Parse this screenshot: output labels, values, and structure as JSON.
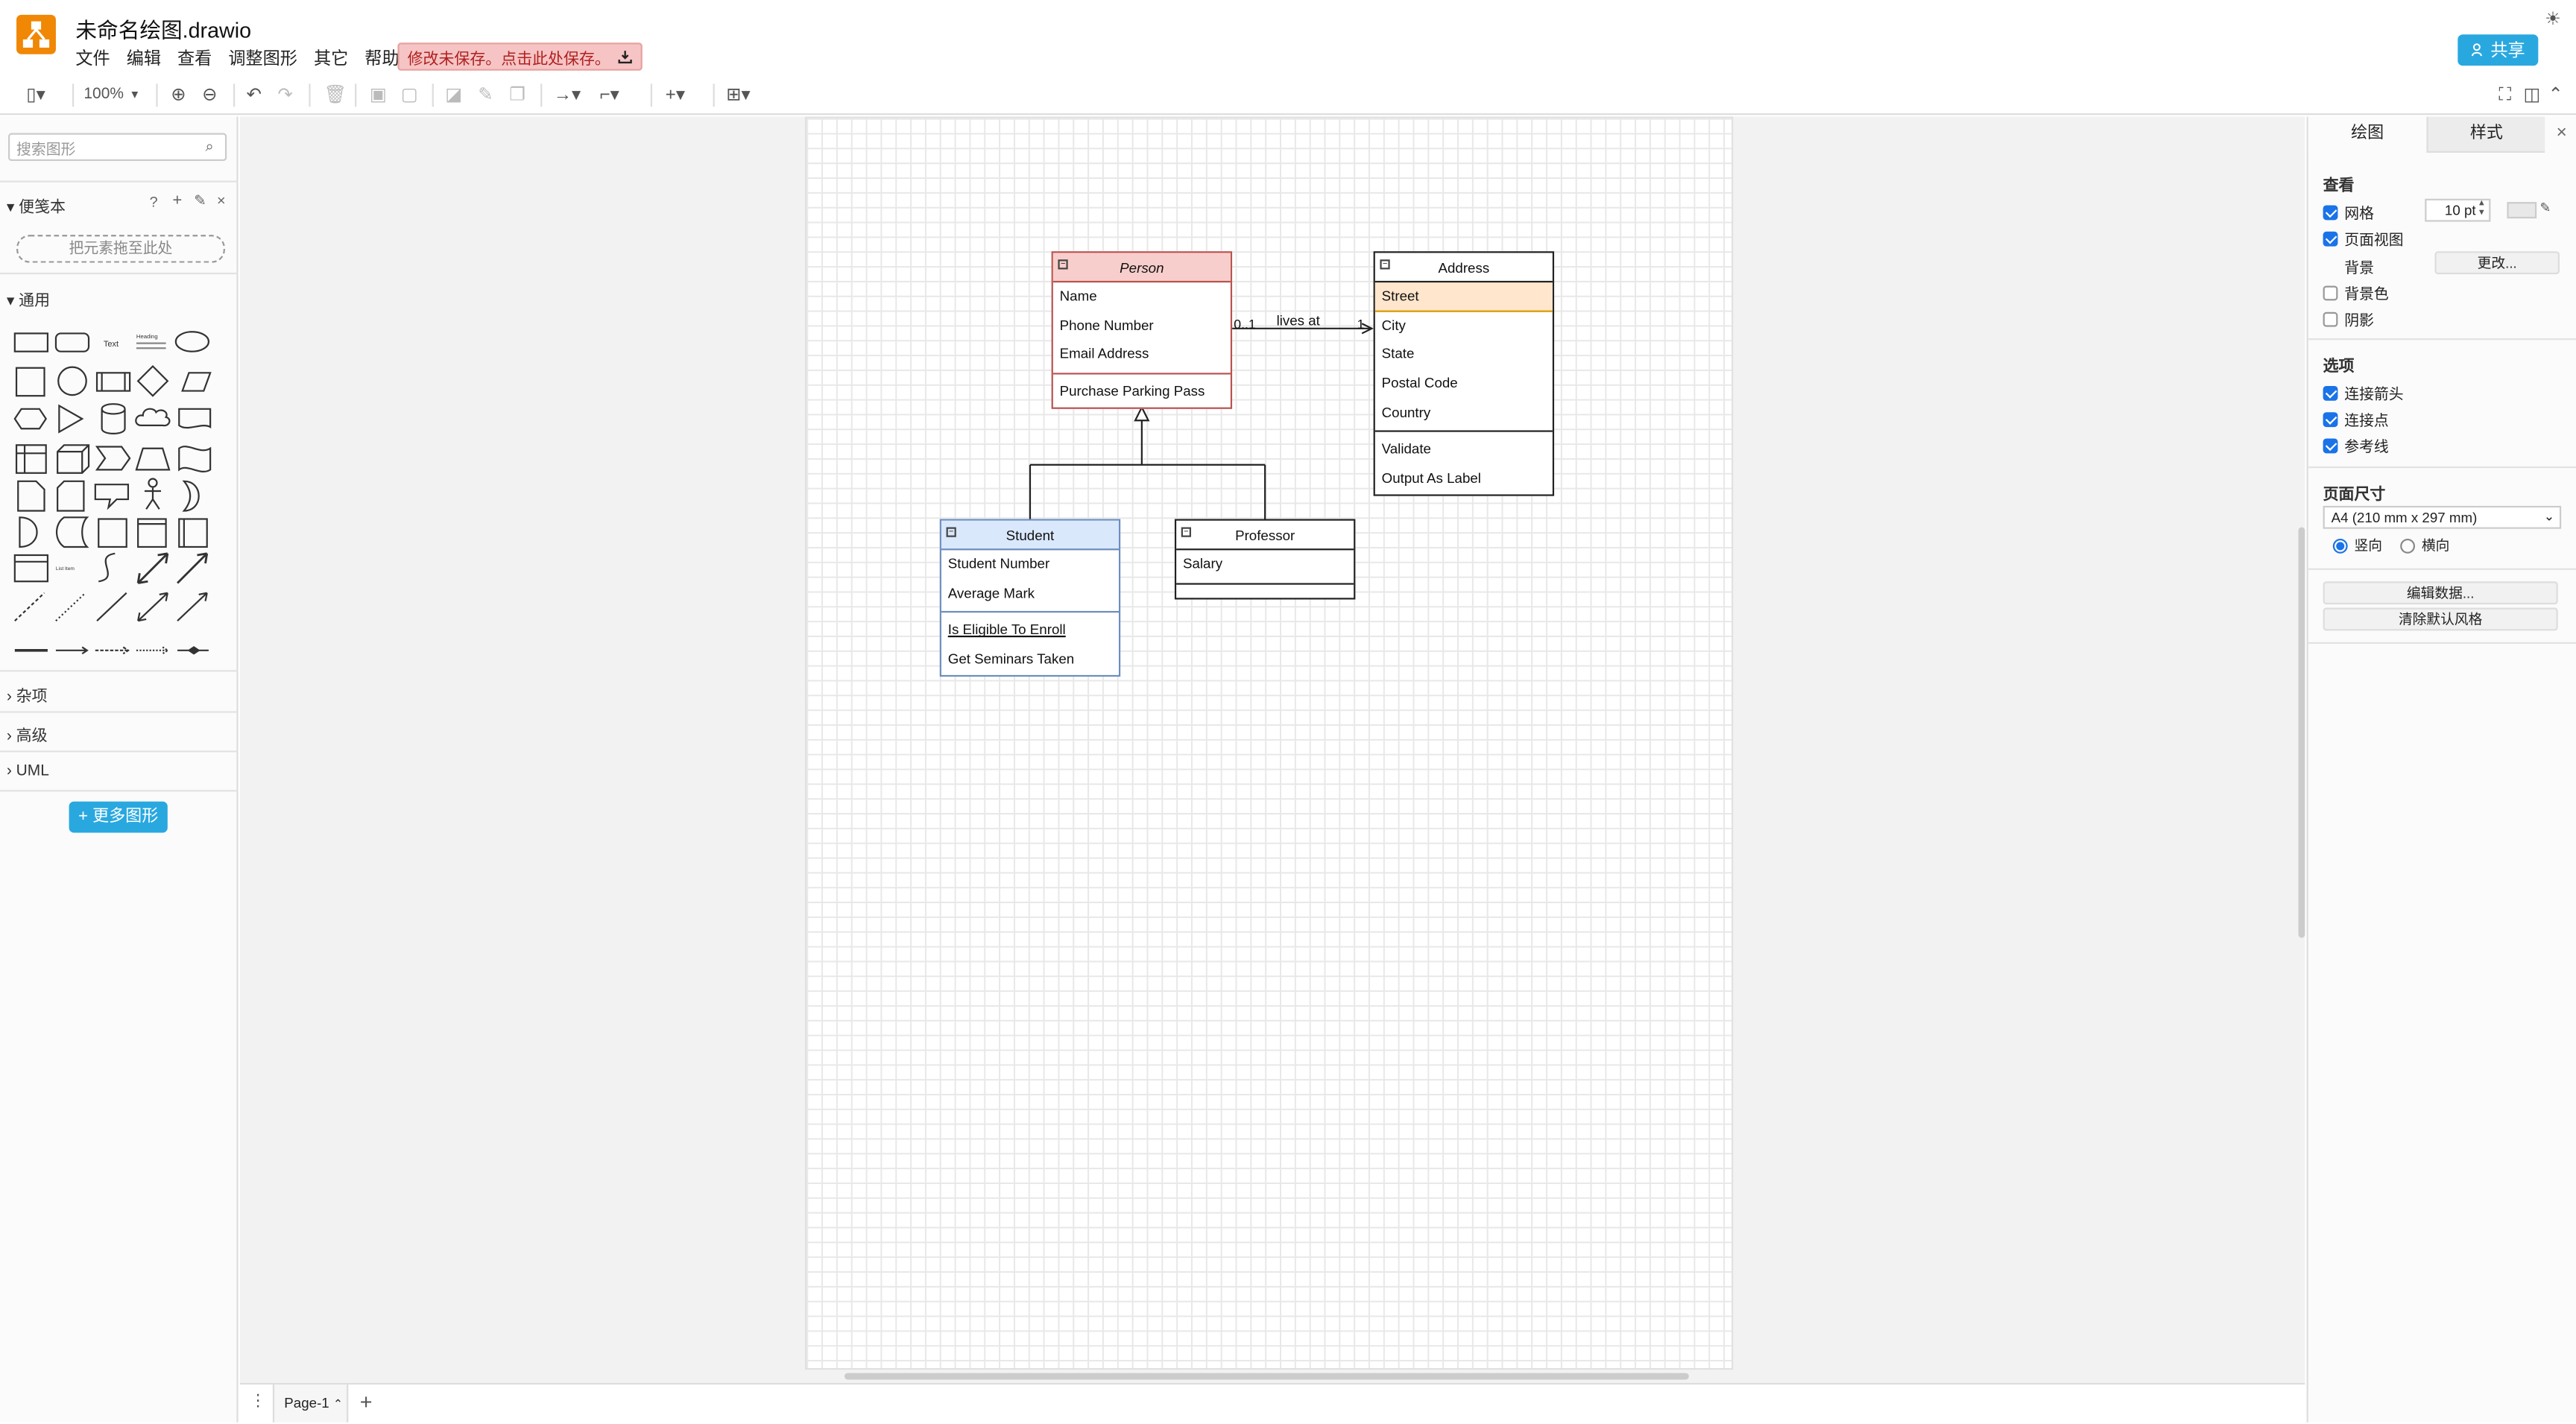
{
  "app": {
    "title": "未命名绘图.drawio",
    "menu": [
      "文件",
      "编辑",
      "查看",
      "调整图形",
      "其它",
      "帮助"
    ],
    "unsaved_notice": "修改未保存。点击此处保存。",
    "share_label": "共享"
  },
  "toolbar": {
    "zoom": "100%"
  },
  "left_panel": {
    "search_placeholder": "搜索图形",
    "scratchpad_title": "便笺本",
    "scratchpad_drop": "把元素拖至此处",
    "general_title": "通用",
    "sections": [
      "杂项",
      "高级",
      "UML"
    ],
    "more_shapes": "+ 更多图形",
    "shape_text_label": "Text",
    "shape_heading_label": "Heading",
    "shape_list_label": "List Item"
  },
  "diagram": {
    "person": {
      "title": "Person",
      "attributes": [
        "Name",
        "Phone Number",
        "Email Address"
      ],
      "methods": [
        "Purchase Parking Pass"
      ]
    },
    "address": {
      "title": "Address",
      "attributes": [
        "Street",
        "City",
        "State",
        "Postal Code",
        "Country"
      ],
      "methods": [
        "Validate",
        "Output As Label"
      ]
    },
    "student": {
      "title": "Student",
      "attributes": [
        "Student Number",
        "Average Mark"
      ],
      "methods": [
        "Is Eligible To Enroll",
        "Get Seminars Taken"
      ]
    },
    "professor": {
      "title": "Professor",
      "attributes": [
        "Salary"
      ],
      "methods": []
    },
    "association": {
      "label": "lives at",
      "source_multiplicity": "0..1",
      "target_multiplicity": "1"
    },
    "colors": {
      "person_header": "#f8cecc",
      "person_border": "#b85450",
      "student_header": "#dae8fc",
      "student_border": "#6c8ebf",
      "address_highlight": "#ffe6cc",
      "address_highlight_border": "#d79b00"
    }
  },
  "bottom_bar": {
    "page_tab": "Page-1"
  },
  "right_panel": {
    "tabs": [
      "绘图",
      "样式"
    ],
    "view_title": "查看",
    "grid_label": "网格",
    "grid_size": "10 pt",
    "page_view_label": "页面视图",
    "background_label": "背景",
    "change_button": "更改...",
    "bg_color_label": "背景色",
    "shadow_label": "阴影",
    "options_title": "选项",
    "connection_arrows": "连接箭头",
    "connection_points": "连接点",
    "guides": "参考线",
    "page_size_title": "页面尺寸",
    "page_size_value": "A4 (210 mm x 297 mm)",
    "portrait": "竖向",
    "landscape": "横向",
    "edit_data": "编辑数据...",
    "clear_style": "清除默认风格"
  }
}
